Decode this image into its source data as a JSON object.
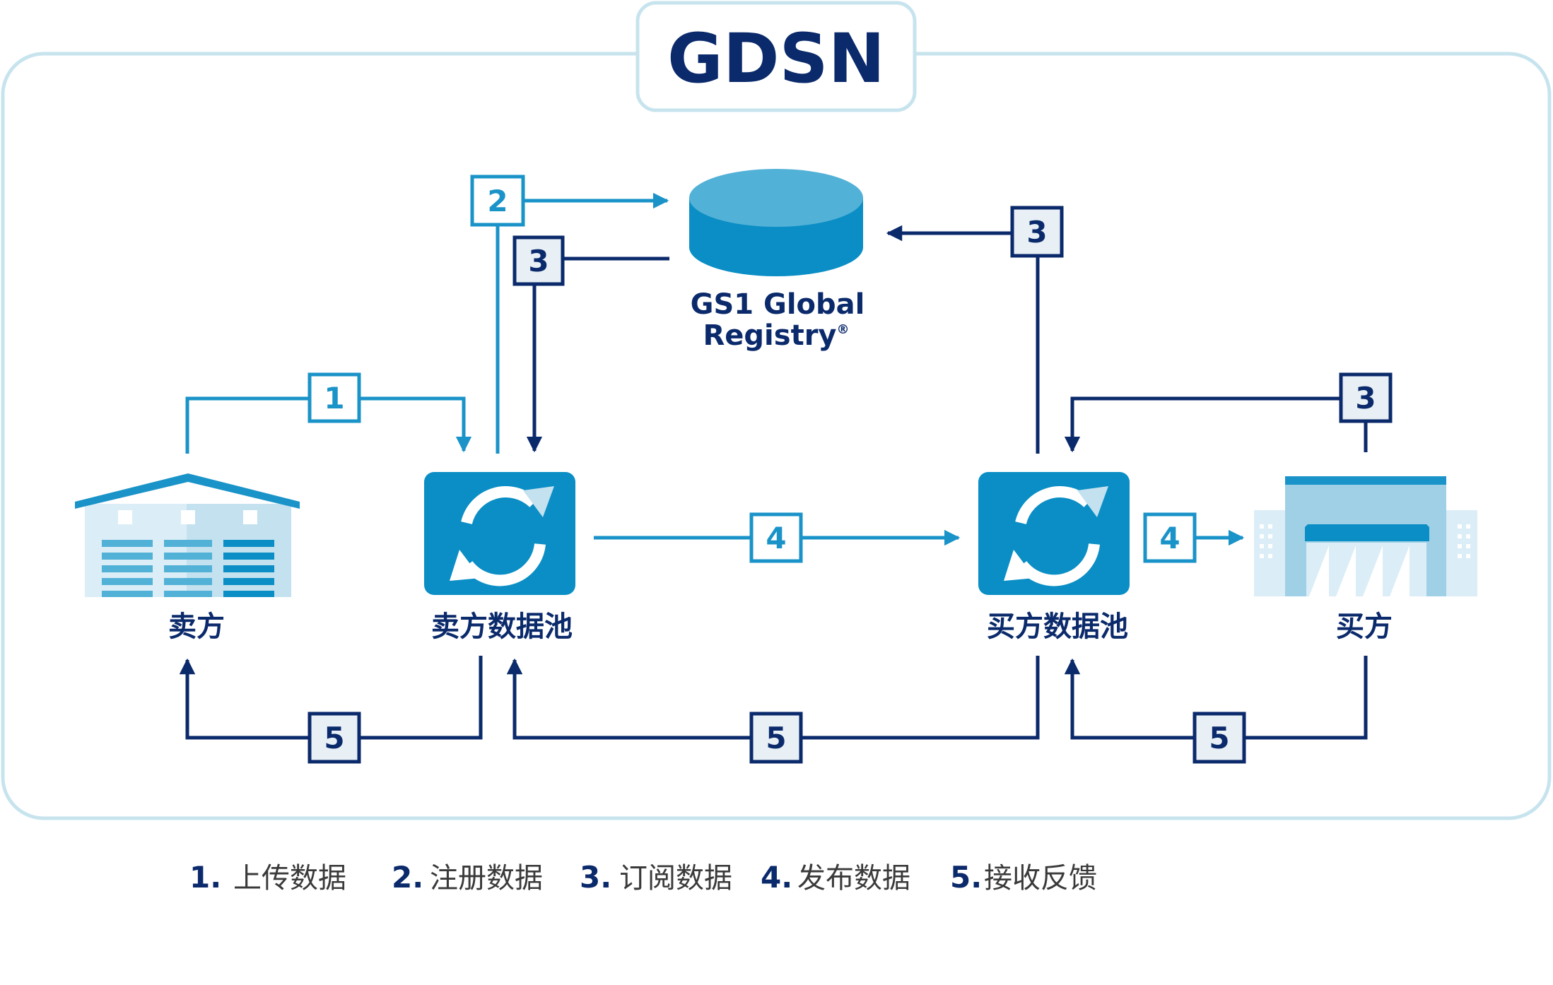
{
  "title": "GDSN",
  "colors": {
    "navy": "#0b2a6b",
    "light_blue": "#1a93c8",
    "mid_blue": "#0a8ec5",
    "frame": "#c7e4ee",
    "box_fill": "#e8f0f6"
  },
  "nodes": {
    "seller": {
      "label": "卖方",
      "icon": "warehouse-icon"
    },
    "seller_pool": {
      "label": "卖方数据池",
      "icon": "sync-icon"
    },
    "registry": {
      "label_line1": "GS1 Global",
      "label_line2": "Registry",
      "mark": "®",
      "icon": "database-icon"
    },
    "buyer_pool": {
      "label": "买方数据池",
      "icon": "sync-icon"
    },
    "buyer": {
      "label": "买方",
      "icon": "store-icon"
    }
  },
  "steps": {
    "s1": "1",
    "s2": "2",
    "s3": "3",
    "s4": "4",
    "s5": "5"
  },
  "legend": [
    {
      "num": "1.",
      "text": "上传数据"
    },
    {
      "num": "2.",
      "text": "注册数据"
    },
    {
      "num": "3.",
      "text": "订阅数据"
    },
    {
      "num": "4.",
      "text": "发布数据"
    },
    {
      "num": "5.",
      "text": "接收反馈"
    }
  ]
}
